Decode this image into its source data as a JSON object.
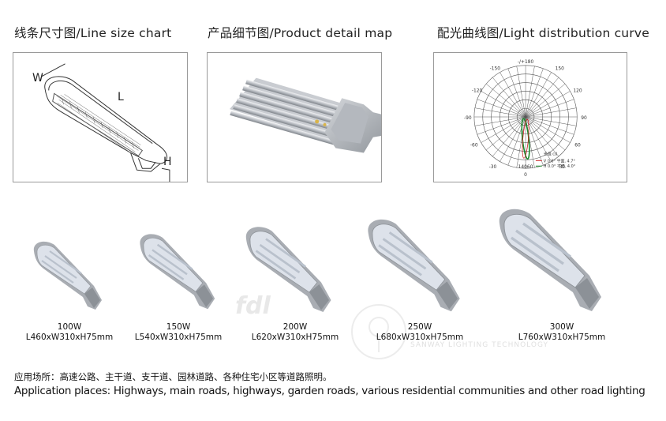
{
  "headers": {
    "line_size": "线条尺寸图/Line size chart",
    "product_detail": "产品细节图/Product detail map",
    "light_distribution": "配光曲线图/Light distribution curve"
  },
  "line_size_labels": {
    "w": "W",
    "l": "L",
    "h": "H"
  },
  "polar": {
    "top_label": "-/+180",
    "left_labels": [
      "-150",
      "-120",
      "-90",
      "-60",
      "-30"
    ],
    "right_labels": [
      "150",
      "120",
      "90",
      "60",
      "30"
    ],
    "bottom_labels": [
      "0"
    ],
    "center_value": "14060",
    "legend_title": "光强  cd",
    "legend_c0": "V 0.0°  平面, 4.7°",
    "legend_c90": "H 0.0°  平面, 4.0°"
  },
  "products": [
    {
      "power": "100W",
      "dims": "L460xW310xH75mm"
    },
    {
      "power": "150W",
      "dims": "L540xW310xH75mm"
    },
    {
      "power": "200W",
      "dims": "L620xW310xH75mm"
    },
    {
      "power": "250W",
      "dims": "L680xW310xH75mm"
    },
    {
      "power": "300W",
      "dims": "L760xW310xH75mm"
    }
  ],
  "watermark": {
    "logo": "fdl",
    "text": "SANWAY LIGHTING TECHNOLOGY"
  },
  "application": {
    "cn": "应用场所：高速公路、主干道、支干道、园林道路、各种住宅小区等道路照明。",
    "en": "Application places: Highways, main roads, highways, garden roads, various residential communities and other road lighting"
  },
  "colors": {
    "border": "#9a9a9a",
    "lamp_body": "#a9adb3",
    "led": "#e6ebf2",
    "curve_green": "#1a8a2a"
  }
}
